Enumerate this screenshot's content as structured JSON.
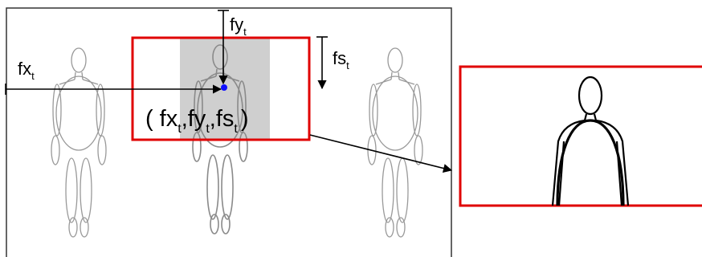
{
  "labels": {
    "fx": {
      "base": "fx",
      "sub": "t"
    },
    "fy": {
      "base": "fy",
      "sub": "t"
    },
    "fs": {
      "base": "fs",
      "sub": "t"
    },
    "tuple": {
      "open": "(",
      "a": "fx",
      "a_sub": "t",
      "comma1": ",",
      "b": "fy",
      "b_sub": "t",
      "comma2": ",",
      "c": "fs",
      "c_sub": "t",
      "close": ")"
    }
  },
  "figures": [
    "person-left",
    "person-center",
    "person-right",
    "person-zoomed"
  ],
  "colors": {
    "frame": "#333333",
    "crop_box": "#e00000",
    "focus_point": "#1010ff",
    "highlight": "#cfcfcf",
    "faded_figure": "#9a9a9a",
    "arrow": "#000000"
  }
}
